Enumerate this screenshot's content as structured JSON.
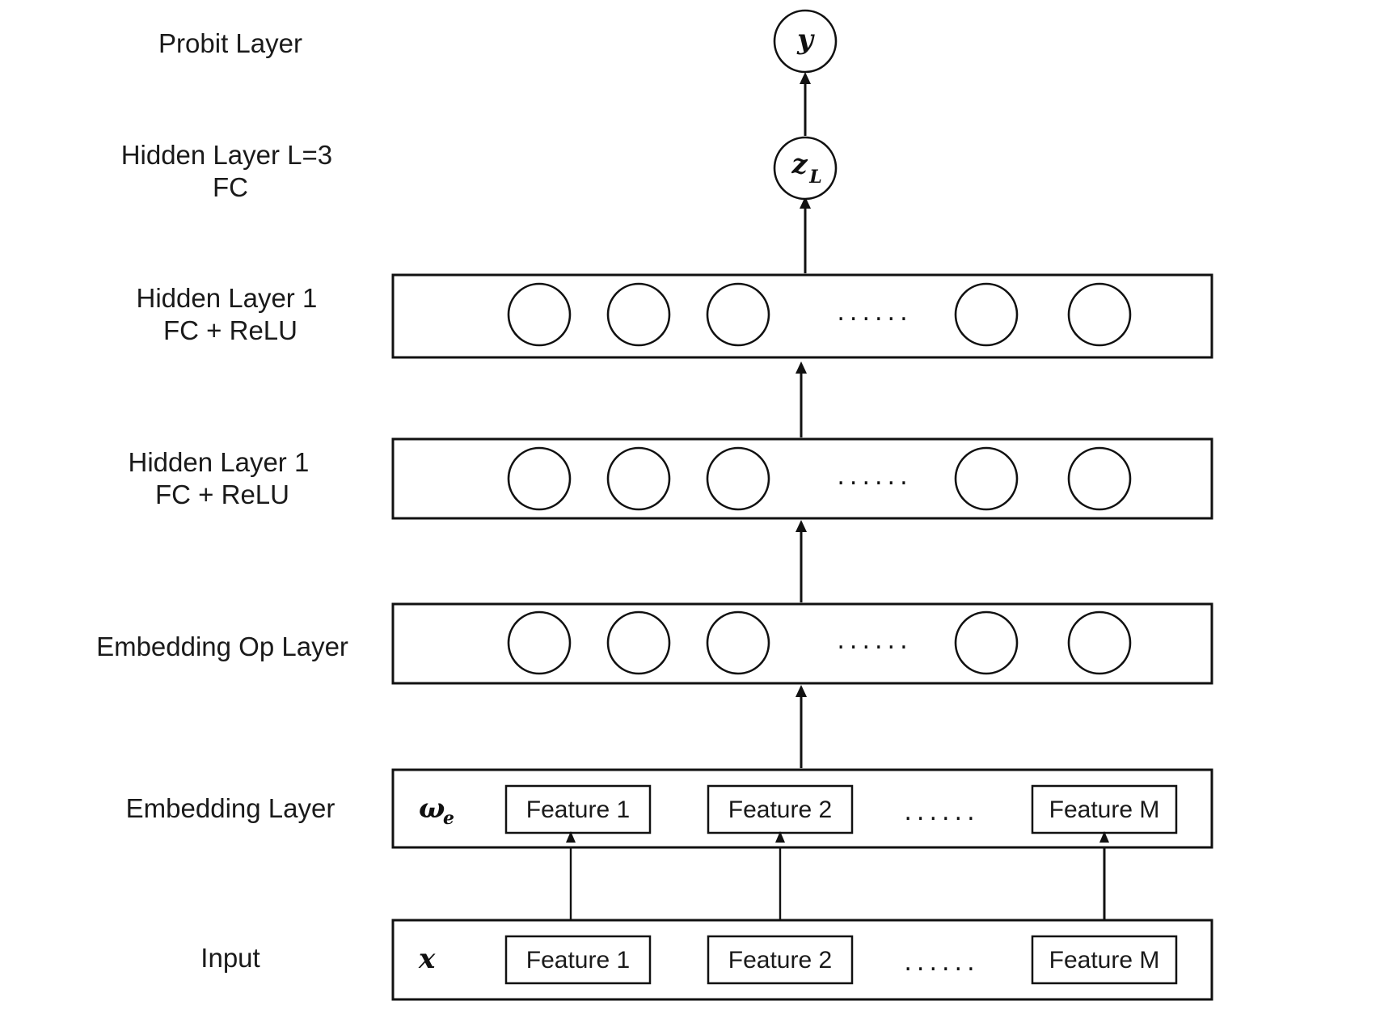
{
  "layers": {
    "probit": {
      "label": [
        "Probit Layer"
      ],
      "node_symbol": "y"
    },
    "hidden_l": {
      "label": [
        "Hidden Layer L=3",
        "FC"
      ],
      "node_symbol": "z",
      "node_subscript": "L"
    },
    "hidden_top": {
      "label": [
        "Hidden Layer 1",
        "FC + ReLU"
      ],
      "ellipsis": "......",
      "node_count": 5
    },
    "hidden_bottom": {
      "label": [
        "Hidden Layer 1",
        "FC + ReLU"
      ],
      "ellipsis": "......",
      "node_count": 5
    },
    "embedding_op": {
      "label": [
        "Embedding Op Layer"
      ],
      "ellipsis": "......",
      "node_count": 5
    },
    "embedding": {
      "label": [
        "Embedding Layer"
      ],
      "symbol": "ω",
      "symbol_subscript": "e",
      "features": [
        "Feature 1",
        "Feature 2",
        "Feature M"
      ],
      "ellipsis": "......"
    },
    "input": {
      "label": [
        "Input"
      ],
      "symbol": "x",
      "features": [
        "Feature 1",
        "Feature 2",
        "Feature M"
      ],
      "ellipsis": "......"
    }
  }
}
